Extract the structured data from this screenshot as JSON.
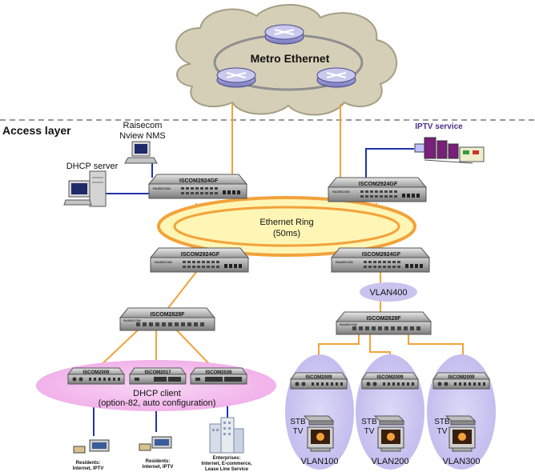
{
  "cloud": {
    "label": "Metro Ethernet"
  },
  "layer": {
    "label": "Access layer"
  },
  "nms": {
    "line1": "Raisecom",
    "line2": "Nview NMS"
  },
  "dhcp_server": {
    "label": "DHCP server"
  },
  "iptv": {
    "label": "IPTV service"
  },
  "ring": {
    "line1": "Ethernet Ring",
    "line2": "(50ms)"
  },
  "brand": "RAISECOM",
  "switches": {
    "sw_tl": "ISCOM2924GF",
    "sw_tr": "ISCOM2924GF",
    "sw_bl": "ISCOM2924GF",
    "sw_br": "ISCOM2924GF",
    "agg_left": "ISCOM2828F",
    "agg_right": "ISCOM2828F",
    "acc_l1": "ISCOM2009",
    "acc_l2": "ISCOM2017",
    "acc_l3": "ISCOM2026",
    "acc_r1": "ISCOM2009",
    "acc_r2": "ISCOM2009",
    "acc_r3": "ISCOM2009"
  },
  "vlan400": "VLAN400",
  "dhcp_client": {
    "line1": "DHCP client",
    "line2": "(option-82, auto configuration)"
  },
  "residents1": {
    "line1": "Residents:",
    "line2": "Internet, IPTV"
  },
  "residents2": {
    "line1": "Residents:",
    "line2": "Internet, IPTV"
  },
  "enterprises": {
    "line1": "Enterprises:",
    "line2": "Internet, E-commerce,",
    "line3": "Lease Line Service"
  },
  "stb": [
    {
      "stb": "STB",
      "tv": "TV",
      "vlan": "VLAN100"
    },
    {
      "stb": "STB",
      "tv": "TV",
      "vlan": "VLAN200"
    },
    {
      "stb": "STB",
      "tv": "TV",
      "vlan": "VLAN300"
    }
  ]
}
